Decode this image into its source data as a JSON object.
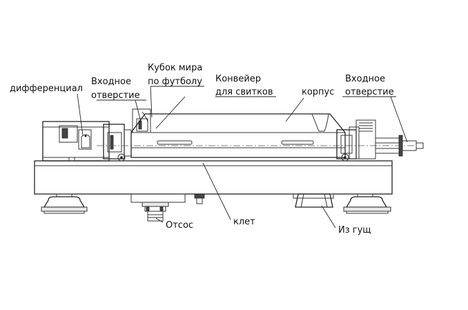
{
  "labels": {
    "differential": "дифференциал",
    "inlet_left_1": "Входное",
    "inlet_left_2": "отверстие",
    "cup_1": "Кубок мира",
    "cup_2": "по футболу",
    "conveyor_1": "Конвейер",
    "conveyor_2": "для свитков",
    "housing": "корпус",
    "inlet_right_1": "Входное",
    "inlet_right_2": "отверстие",
    "suction": "Отсос",
    "frame": "клет",
    "sludge_outlet": "Из гущ"
  }
}
